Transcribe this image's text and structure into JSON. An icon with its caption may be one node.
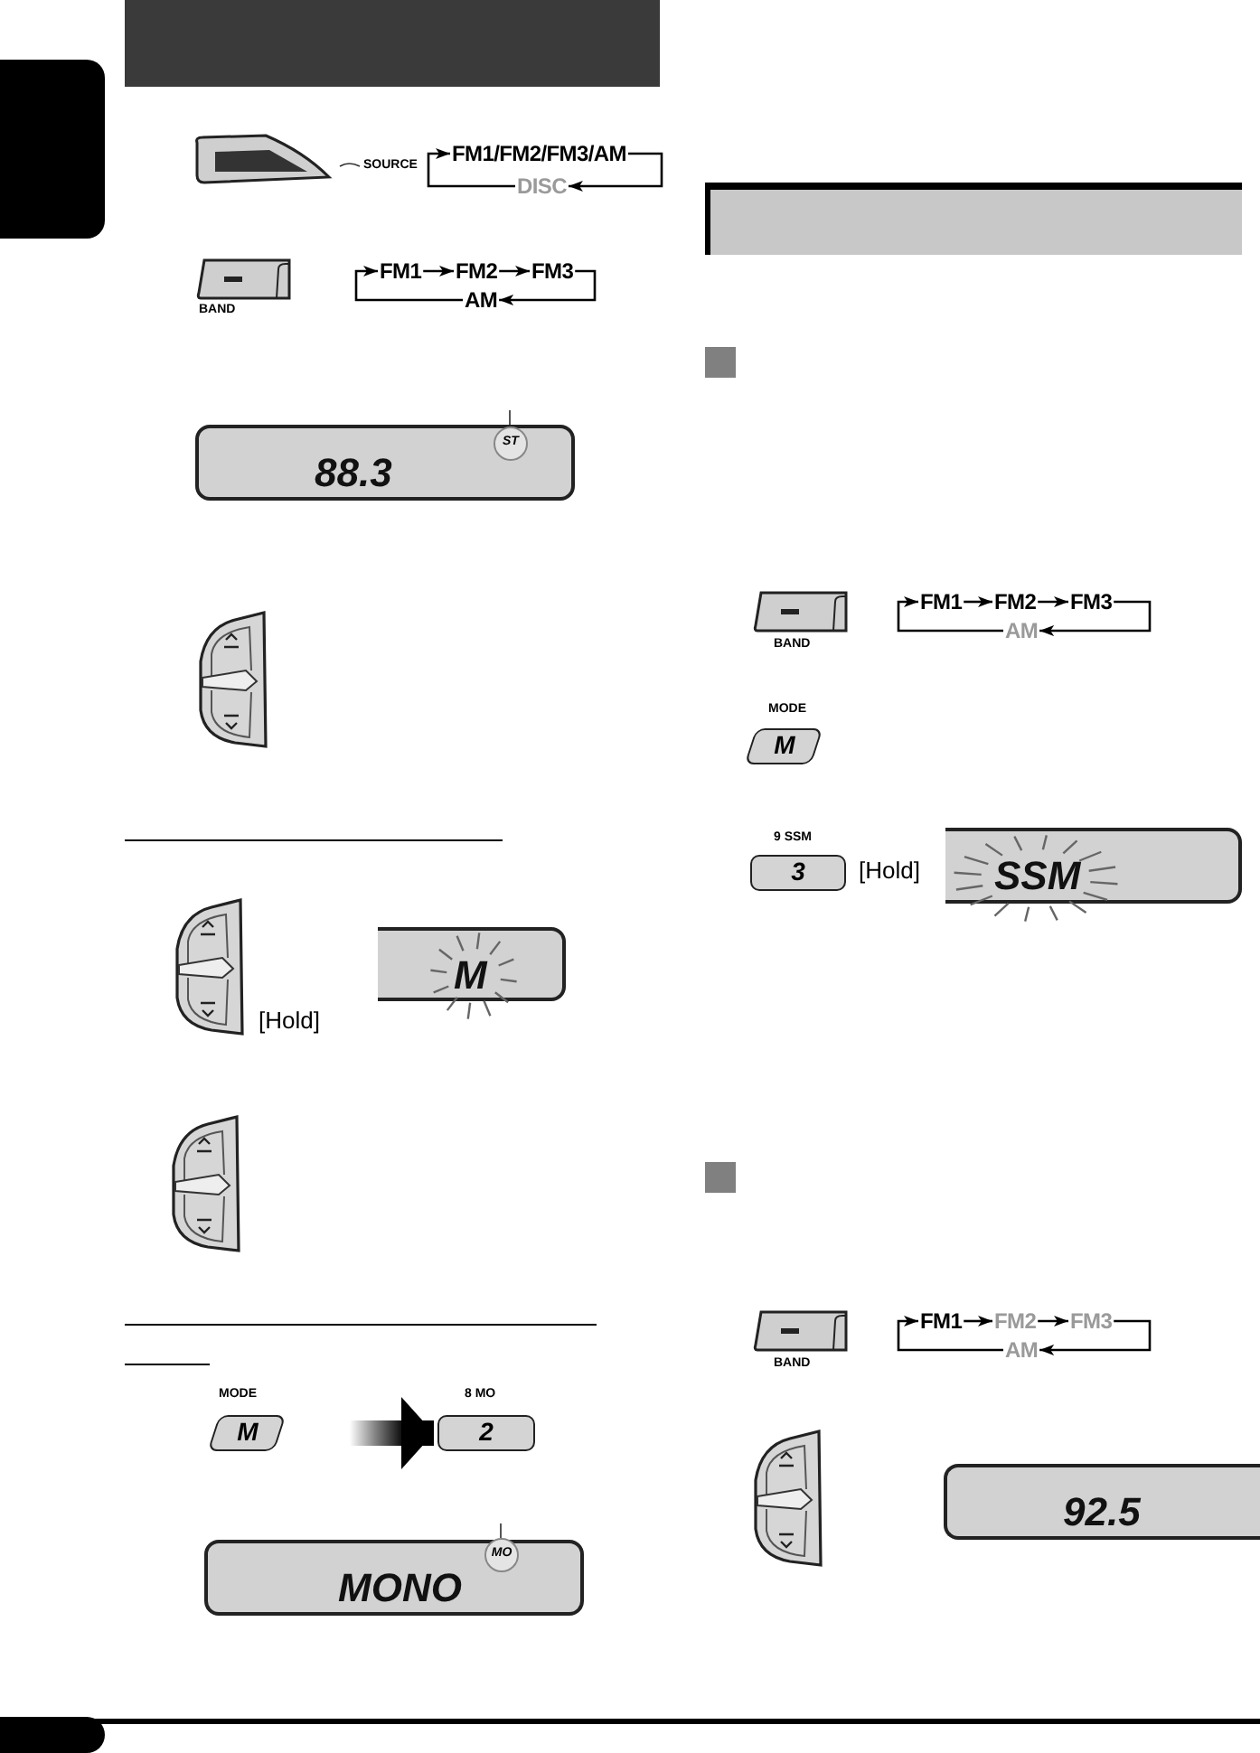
{
  "diagram": {
    "nodes": [
      {
        "text": [
          "FM1/FM2/FM3/AM"
        ]
      },
      {
        "text": [
          "DISC"
        ]
      },
      {
        "text": [
          "FM1"
        ]
      },
      {
        "text": [
          "FM2"
        ]
      },
      {
        "text": [
          "FM3"
        ]
      },
      {
        "text": [
          "AM"
        ]
      },
      {
        "text": [
          "M"
        ],
        "beside": [
          "MODE"
        ]
      },
      {
        "text": [
          "2"
        ],
        "beside": [
          "8 MO"
        ]
      },
      {
        "text": [
          "FM1"
        ]
      },
      {
        "text": [
          "FM2"
        ]
      },
      {
        "text": [
          "FM3"
        ]
      },
      {
        "text": [
          "AM"
        ]
      },
      {
        "text": [
          "FM1"
        ]
      },
      {
        "text": [
          "FM2"
        ]
      },
      {
        "text": [
          "FM3"
        ]
      },
      {
        "text": [
          "AM"
        ]
      },
      {
        "text": [
          "M"
        ],
        "beside": [
          "MODE"
        ]
      },
      {
        "text": [
          "3"
        ],
        "beside": [
          "9 SSM"
        ]
      },
      {
        "text": [],
        "shape": "box"
      },
      {
        "text": [],
        "shape": "box"
      }
    ],
    "edges": [
      {
        "from": 0,
        "to": 1,
        "arrow": "to"
      },
      {
        "from": 1,
        "to": 0,
        "arrow": "to"
      },
      {
        "from": 2,
        "to": 3,
        "arrow": "to"
      },
      {
        "from": 3,
        "to": 4,
        "arrow": "to"
      },
      {
        "from": 4,
        "to": 5,
        "arrow": "to"
      },
      {
        "from": 5,
        "to": 2,
        "arrow": "to"
      },
      {
        "from": 6,
        "to": 7,
        "arrow": "to",
        "style": "thick"
      },
      {
        "from": 8,
        "to": 9,
        "arrow": "to"
      },
      {
        "from": 9,
        "to": 10,
        "arrow": "to"
      },
      {
        "from": 10,
        "to": 11,
        "arrow": "to"
      },
      {
        "from": 11,
        "to": 8,
        "arrow": "to"
      },
      {
        "from": 12,
        "to": 13,
        "arrow": "to"
      },
      {
        "from": 13,
        "to": 14,
        "arrow": "to"
      },
      {
        "from": 14,
        "to": 15,
        "arrow": "to"
      },
      {
        "from": 15,
        "to": 12,
        "arrow": "to"
      }
    ],
    "labels": [
      "SOURCE",
      "BAND",
      "88.3",
      "ST",
      "[Hold]",
      "M",
      "MONO",
      "MO",
      "BAND",
      "[Hold]",
      "SSM",
      "BAND",
      "92.5"
    ]
  }
}
